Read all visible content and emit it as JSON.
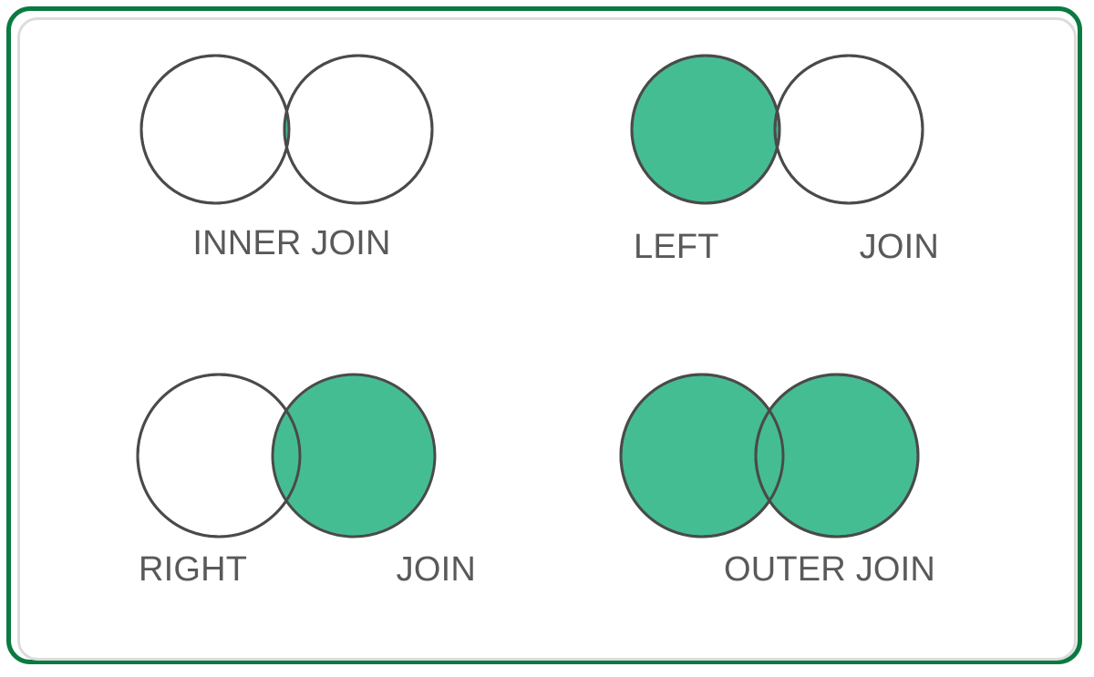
{
  "page": {
    "title": "SQL JOIN Types Venn Diagram",
    "background_color": "#ffffff"
  },
  "frame": {
    "outer_border_color": "#0a7a43",
    "inner_border_color": "#dcdcdc"
  },
  "style": {
    "fill_color": "#45bd92",
    "empty_fill_color": "#ffffff",
    "stroke_color": "#4a4a4a",
    "label_color": "#595959"
  },
  "diagrams": [
    {
      "id": "inner-join",
      "name": "INNER JOIN",
      "labels": {
        "single": "INNER JOIN"
      },
      "shaded_region": "intersection",
      "left_circle_filled": false,
      "right_circle_filled": false,
      "intersection_filled": true
    },
    {
      "id": "left-join",
      "name": "LEFT JOIN",
      "labels": {
        "part_a": "LEFT",
        "part_b": "JOIN"
      },
      "shaded_region": "left-circle-full",
      "left_circle_filled": true,
      "right_circle_filled": false,
      "intersection_filled": true
    },
    {
      "id": "right-join",
      "name": "RIGHT JOIN",
      "labels": {
        "part_a": "RIGHT",
        "part_b": "JOIN"
      },
      "shaded_region": "right-circle-full",
      "left_circle_filled": false,
      "right_circle_filled": true,
      "intersection_filled": true
    },
    {
      "id": "outer-join",
      "name": "OUTER JOIN",
      "labels": {
        "single": "OUTER JOIN"
      },
      "shaded_region": "union",
      "left_circle_filled": true,
      "right_circle_filled": true,
      "intersection_filled": true
    }
  ]
}
